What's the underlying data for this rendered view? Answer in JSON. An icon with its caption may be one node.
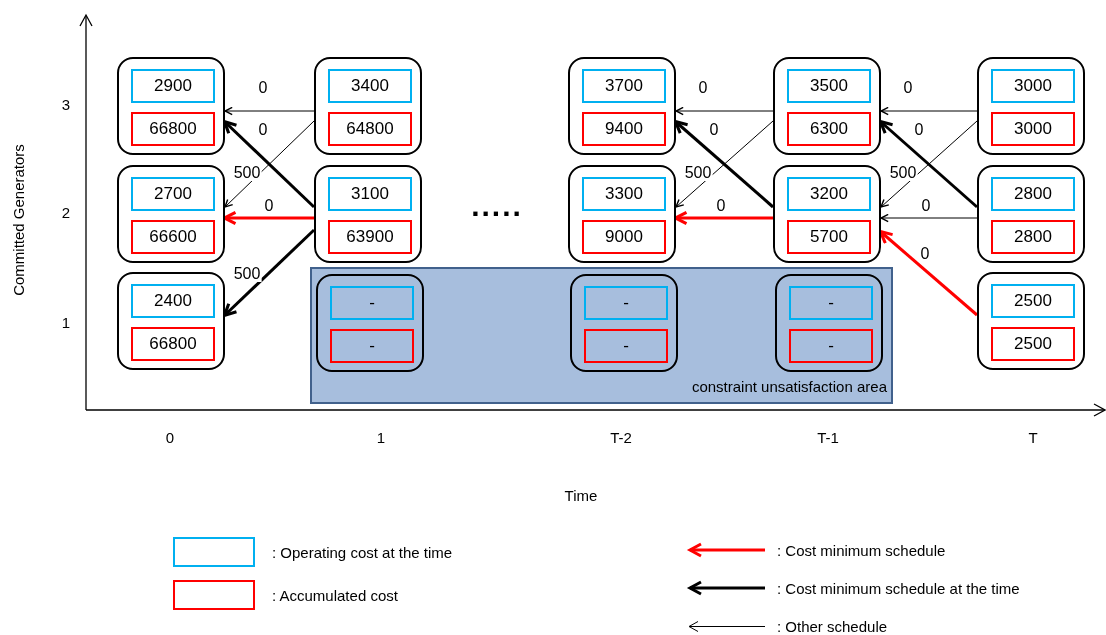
{
  "diagram": {
    "nodes": [
      {
        "text": [],
        "shape": "box"
      },
      {
        "text": [
          "2900"
        ],
        "in": 0
      },
      {
        "text": [
          "66800"
        ],
        "in": 0
      },
      {
        "text": [],
        "shape": "box"
      },
      {
        "text": [
          "3400"
        ],
        "in": 3
      },
      {
        "text": [
          "64800"
        ],
        "in": 3
      },
      {
        "text": [],
        "shape": "box"
      },
      {
        "text": [
          "3700"
        ],
        "in": 6
      },
      {
        "text": [
          "9400"
        ],
        "in": 6
      },
      {
        "text": [],
        "shape": "box"
      },
      {
        "text": [
          "3500"
        ],
        "in": 9
      },
      {
        "text": [
          "6300"
        ],
        "in": 9
      },
      {
        "text": [],
        "shape": "box"
      },
      {
        "text": [
          "3000"
        ],
        "in": 12
      },
      {
        "text": [
          "3000"
        ],
        "in": 12
      },
      {
        "text": [],
        "shape": "box"
      },
      {
        "text": [
          "2700"
        ],
        "in": 15
      },
      {
        "text": [
          "66600"
        ],
        "in": 15
      },
      {
        "text": [],
        "shape": "box"
      },
      {
        "text": [
          "3100"
        ],
        "in": 18
      },
      {
        "text": [
          "63900"
        ],
        "in": 18
      },
      {
        "text": [],
        "shape": "box"
      },
      {
        "text": [
          "3300"
        ],
        "in": 21
      },
      {
        "text": [
          "9000"
        ],
        "in": 21
      },
      {
        "text": [],
        "shape": "box"
      },
      {
        "text": [
          "3200"
        ],
        "in": 24
      },
      {
        "text": [
          "5700"
        ],
        "in": 24
      },
      {
        "text": [],
        "shape": "box"
      },
      {
        "text": [
          "2800"
        ],
        "in": 27
      },
      {
        "text": [
          "2800"
        ],
        "in": 27
      },
      {
        "text": [],
        "shape": "box"
      },
      {
        "text": [
          "2400"
        ],
        "in": 30
      },
      {
        "text": [
          "66800"
        ],
        "in": 30
      },
      {
        "text": [
          "constraint unsatisfaction area"
        ]
      },
      {
        "text": [],
        "shape": "box",
        "in": 33
      },
      {
        "text": [
          "-"
        ],
        "in": 34
      },
      {
        "text": [
          "-"
        ],
        "in": 34
      },
      {
        "text": [],
        "shape": "box",
        "in": 33
      },
      {
        "text": [
          "-"
        ],
        "in": 37
      },
      {
        "text": [
          "-"
        ],
        "in": 37
      },
      {
        "text": [],
        "shape": "box",
        "in": 33
      },
      {
        "text": [
          "-"
        ],
        "in": 40
      },
      {
        "text": [
          "-"
        ],
        "in": 40
      },
      {
        "text": [],
        "shape": "box"
      },
      {
        "text": [
          "2500"
        ],
        "in": 43
      },
      {
        "text": [
          "2500"
        ],
        "in": 43
      }
    ],
    "edges": [
      {
        "from": 3,
        "to": 0,
        "arrow": "to",
        "label": "0"
      },
      {
        "from": 3,
        "to": 15,
        "arrow": "to",
        "label": "500"
      },
      {
        "from": 18,
        "to": 0,
        "arrow": "to",
        "label": "0",
        "style": "thick"
      },
      {
        "from": 18,
        "to": 15,
        "arrow": "to",
        "label": "0",
        "style": "thick",
        "color": "#ff0000"
      },
      {
        "from": 18,
        "to": 30,
        "arrow": "to",
        "label": "500",
        "style": "thick"
      },
      {
        "from": 9,
        "to": 6,
        "arrow": "to",
        "label": "0"
      },
      {
        "from": 9,
        "to": 21,
        "arrow": "to",
        "label": "500"
      },
      {
        "from": 24,
        "to": 6,
        "arrow": "to",
        "label": "0",
        "style": "thick"
      },
      {
        "from": 24,
        "to": 21,
        "arrow": "to",
        "label": "0",
        "style": "thick",
        "color": "#ff0000"
      },
      {
        "from": 12,
        "to": 9,
        "arrow": "to",
        "label": "0"
      },
      {
        "from": 12,
        "to": 24,
        "arrow": "to",
        "label": "500"
      },
      {
        "from": 27,
        "to": 9,
        "arrow": "to",
        "label": "0",
        "style": "thick"
      },
      {
        "from": 27,
        "to": 24,
        "arrow": "to",
        "label": "0"
      },
      {
        "from": 43,
        "to": 24,
        "arrow": "to",
        "label": "0",
        "style": "thick",
        "color": "#ff0000"
      }
    ],
    "labels": [
      "Committed Generators",
      "3",
      "2",
      "1",
      ".....",
      "0",
      "1",
      "T-2",
      "T-1",
      "T",
      "Time"
    ],
    "legend": [
      {
        "text": ": Operating cost at the time",
        "color": "#00b0f0"
      },
      {
        "text": ": Accumulated cost",
        "color": "#ff0000"
      },
      {
        "text": ": Cost minimum schedule",
        "color": "#ff0000"
      },
      {
        "text": ": Cost minimum schedule at the time",
        "color": "#000000"
      },
      {
        "text": ": Other schedule",
        "color": "#000000"
      }
    ]
  }
}
